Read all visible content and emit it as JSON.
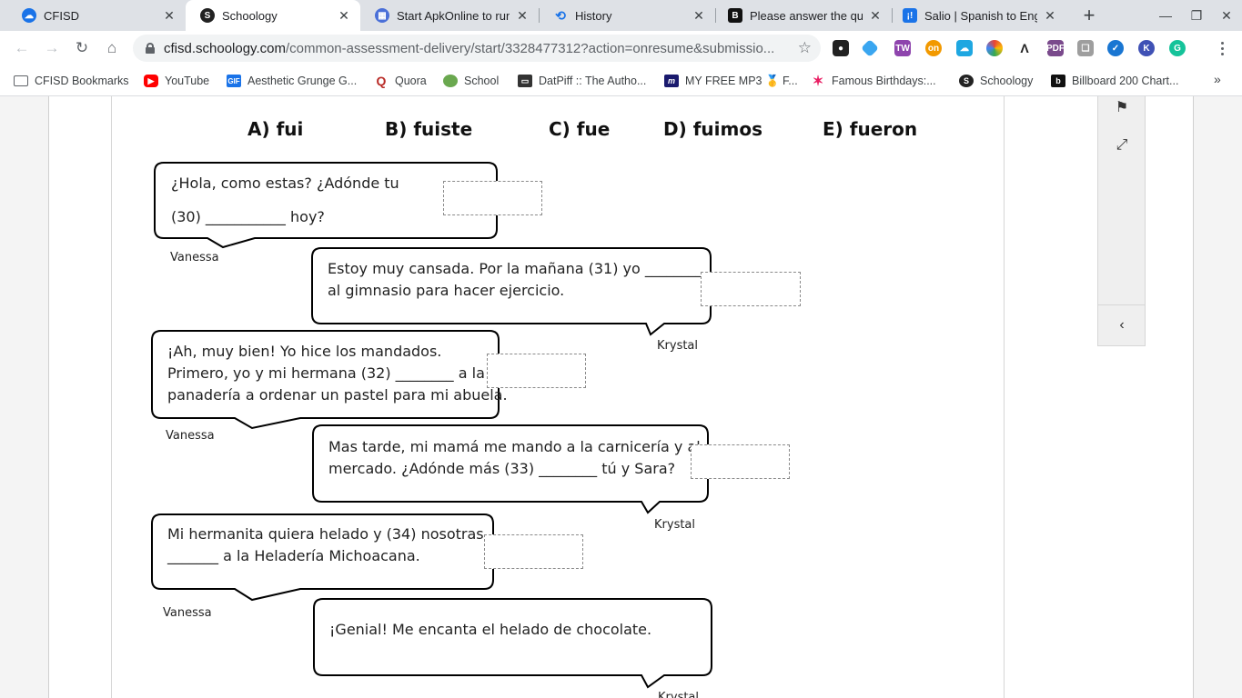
{
  "tabs": [
    {
      "title": "CFISD",
      "icon": "cfisd-icon"
    },
    {
      "title": "Schoology",
      "icon": "schoology-icon"
    },
    {
      "title": "Start ApkOnline to run",
      "icon": "apkonline-icon"
    },
    {
      "title": "History",
      "icon": "history-icon"
    },
    {
      "title": "Please answer the que",
      "icon": "brainly-icon"
    },
    {
      "title": "Salio | Spanish to Engl",
      "icon": "spanishdict-icon"
    }
  ],
  "toolbar": {
    "url_host": "cfisd.schoology.com",
    "url_path": "/common-assessment-delivery/start/3328477312?action=onresume&submissio..."
  },
  "bookmarks": [
    {
      "label": "CFISD Bookmarks",
      "icon": "folder-icon"
    },
    {
      "label": "YouTube",
      "icon": "youtube-icon"
    },
    {
      "label": "Aesthetic Grunge G...",
      "icon": "gif-icon"
    },
    {
      "label": "Quora",
      "icon": "quora-icon"
    },
    {
      "label": "School",
      "icon": "school-icon"
    },
    {
      "label": "DatPiff :: The Autho...",
      "icon": "datpiff-icon"
    },
    {
      "label": "MY FREE MP3 🥇 F...",
      "icon": "mp3-icon"
    },
    {
      "label": "Famous Birthdays:...",
      "icon": "star-icon"
    },
    {
      "label": "Schoology",
      "icon": "schoology-icon"
    },
    {
      "label": "Billboard 200 Chart...",
      "icon": "billboard-icon"
    }
  ],
  "choices": [
    "A)  fui",
    "B) fuiste",
    "C) fue",
    "D) fuimos",
    "E) fueron"
  ],
  "dialogue": [
    {
      "speaker": "Vanessa",
      "lines": [
        "¿Hola, como estas? ¿Adónde tu",
        "(30) ___________ hoy?"
      ]
    },
    {
      "speaker": "Krystal",
      "lines": [
        "Estoy muy cansada. Por la mañana (31) yo _________",
        "al gimnasio para hacer ejercicio."
      ]
    },
    {
      "speaker": "Vanessa",
      "lines": [
        "¡Ah, muy bien! Yo hice los mandados.",
        "Primero, yo y mi hermana (32) ________ a la",
        "panadería a ordenar un pastel para mi abuela."
      ]
    },
    {
      "speaker": "Krystal",
      "lines": [
        "Mas tarde, mi mamá me mando a la carnicería y al",
        "mercado. ¿Adónde más (33) ________ tú y Sara?"
      ]
    },
    {
      "speaker": "Vanessa",
      "lines": [
        "Mi hermanita quiera helado y (34) nosotras",
        "_______ a la Heladería Michoacana."
      ]
    },
    {
      "speaker": "Krystal",
      "lines": [
        "¡Genial! Me encanta el helado de chocolate."
      ]
    }
  ]
}
